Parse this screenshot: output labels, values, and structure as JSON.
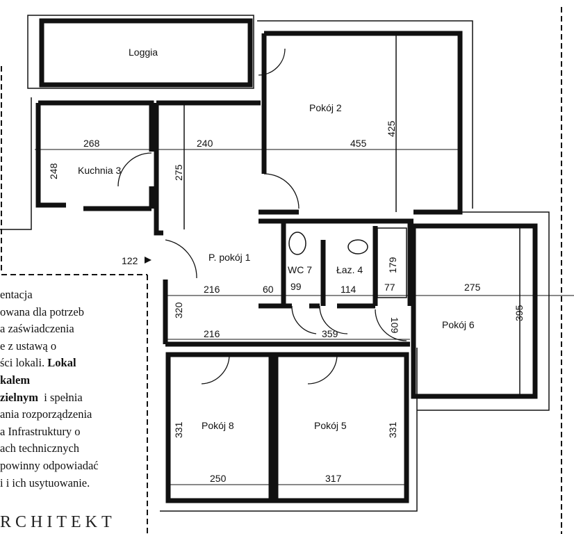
{
  "rooms": {
    "loggia": "Loggia",
    "pokoj2": "Pokój 2",
    "kuchnia": "Kuchnia 3",
    "przedpokoj": "P. pokój  1",
    "wc": "WC 7",
    "lazienka": "Łaz. 4",
    "pokoj6": "Pokój 6",
    "pokoj8": "Pokój 8",
    "pokoj5": "Pokój 5"
  },
  "dimensions": {
    "kuchnia_w": "268",
    "kuchnia_h": "248",
    "hall_w": "240",
    "hall_h": "275",
    "pokoj2_w": "455",
    "pokoj2_h": "425",
    "entry": "122",
    "hall_216a": "216",
    "hall_60": "60",
    "wc_w": "99",
    "laz_w": "114",
    "bath_w": "77",
    "bath_h": "179",
    "hall_320": "320",
    "hall_216b": "216",
    "corr_359": "359",
    "corr_109": "109",
    "pokoj6_w": "275",
    "pokoj6_h": "395",
    "pokoj8_h": "331",
    "pokoj8_w": "250",
    "pokoj5_w": "317",
    "pokoj5_h": "331"
  },
  "notes": {
    "lines": [
      "entacja",
      "owana dla potrzeb",
      "a zaświadczenia",
      "e z ustawą o",
      "ści lokali.",
      "Lokal",
      "kalem",
      "zielnym",
      "i spełnia",
      "ania rozporządzenia",
      "a Infrastruktury o",
      "ach technicznych",
      "powinny odpowiadać",
      "i i ich usytuowanie."
    ],
    "signature": "RCHITEKT"
  }
}
